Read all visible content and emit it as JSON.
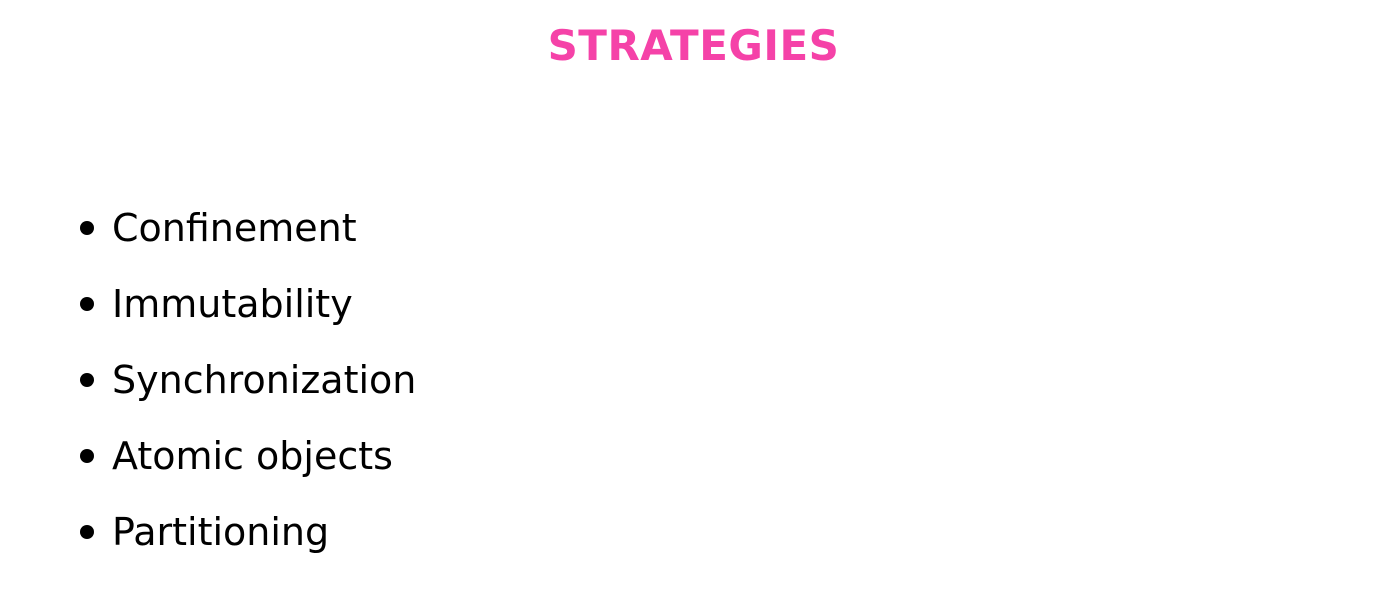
{
  "slide": {
    "title": "STRATEGIES",
    "title_color": "#f542a8",
    "text_color": "#000000",
    "background_color": "#ffffff",
    "bullets": [
      "Confinement",
      "Immutability",
      "Synchronization",
      "Atomic objects",
      "Partitioning"
    ]
  }
}
